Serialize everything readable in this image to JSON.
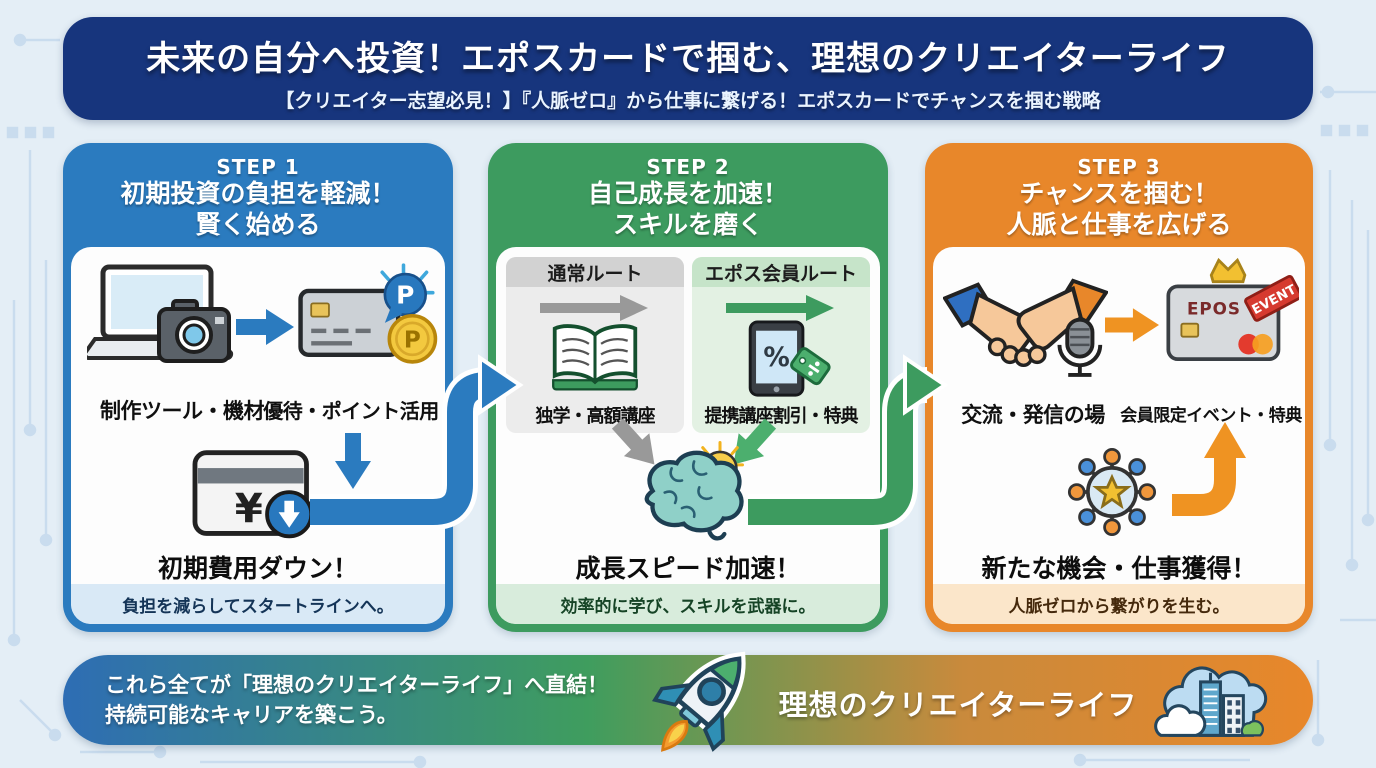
{
  "header": {
    "title": "未来の自分へ投資！エポスカードで掴む、理想のクリエイターライフ",
    "subtitle": "【クリエイター志望必見！】『人脈ゼロ』から仕事に繋げる！エポスカードでチャンスを掴む戦略"
  },
  "steps": [
    {
      "step_label": "STEP 1",
      "title_line1": "初期投資の負担を軽減！",
      "title_line2": "賢く始める",
      "item1_label": "制作ツール・機材",
      "item2_label": "優待・ポイント活用",
      "result_label": "初期費用ダウン！",
      "footer": "負担を減らしてスタートラインへ。",
      "accent_color": "#2b7bbf"
    },
    {
      "step_label": "STEP 2",
      "title_line1": "自己成長を加速！",
      "title_line2": "スキルを磨く",
      "route1_title": "通常ルート",
      "route1_label": "独学・高額講座",
      "route2_title": "エポス会員ルート",
      "route2_label": "提携講座割引・特典",
      "result_label": "成長スピード加速！",
      "footer": "効率的に学び、スキルを武器に。",
      "accent_color": "#3d9b5f"
    },
    {
      "step_label": "STEP 3",
      "title_line1": "チャンスを掴む！",
      "title_line2": "人脈と仕事を広げる",
      "item1_label": "交流・発信の場",
      "item2_label": "会員限定イベント・特典",
      "result_label": "新たな機会・仕事獲得！",
      "footer": "人脈ゼロから繋がりを生む。",
      "accent_color": "#e8872a"
    }
  ],
  "banner": {
    "message_line1": "これら全てが「理想のクリエイターライフ」へ直結！",
    "message_line2": "持続可能なキャリアを築こう。",
    "goal_label": "理想のクリエイターライフ"
  },
  "icon_text": {
    "point_bubble": "P",
    "point_coin": "P",
    "yen": "¥",
    "percent": "%",
    "epos_brand": "EPOS",
    "event_tag": "EVENT"
  },
  "colors": {
    "background": "#e4eef6",
    "header_navy": "#17357d",
    "step1_blue": "#2b7bbf",
    "step2_green": "#3d9b5f",
    "step3_orange": "#e8872a",
    "circuit_line": "#c9dcee"
  }
}
